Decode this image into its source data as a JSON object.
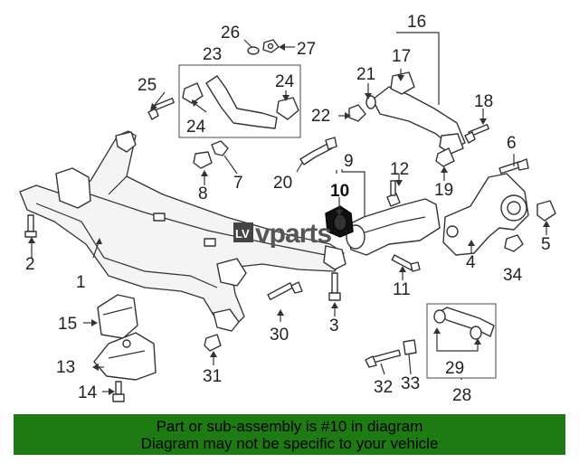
{
  "diagram": {
    "callouts": [
      "1",
      "2",
      "3",
      "4",
      "5",
      "6",
      "7",
      "8",
      "9",
      "10",
      "11",
      "12",
      "13",
      "14",
      "15",
      "16",
      "17",
      "18",
      "19",
      "20",
      "21",
      "22",
      "23",
      "24",
      "25",
      "26",
      "27",
      "28",
      "29",
      "30",
      "31",
      "32",
      "33",
      "34"
    ],
    "highlighted": "10",
    "second_24": "24",
    "watermark": "vparts",
    "watermark_mark": "LV"
  },
  "banner": {
    "line1": "Part or sub-assembly is #10 in diagram",
    "line2": "Diagram may not be specific to your vehicle",
    "color": "#1e7a12"
  }
}
